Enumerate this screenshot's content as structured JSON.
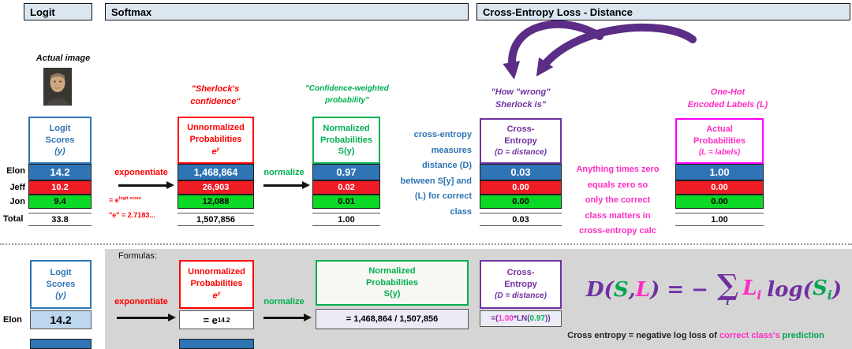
{
  "sections": {
    "logit_title": "Logit",
    "softmax_title": "Softmax",
    "cross_entropy_title": "Cross-Entropy Loss - Distance"
  },
  "palette": {
    "blue": "#2e74b5",
    "red": "#ff0000",
    "green": "#00b050",
    "purple": "#7030a0",
    "pink": "#ff2cc4",
    "magenta_border": "#ff00ff",
    "row_blue": "#2f74b5",
    "row_red": "#ee1c25",
    "row_green": "#0bd926",
    "header_fill": "#dce6f1",
    "grey_band": "#d5d5d5",
    "light_blue_row": "#bdd7ee"
  },
  "left": {
    "actual_image_label": "Actual image",
    "row_labels": [
      "Elon",
      "Jeff",
      "Jon"
    ],
    "total_label": "Total",
    "logit_scores": {
      "title_lines": [
        "Logit",
        "Scores",
        "(y)"
      ],
      "values": [
        "14.2",
        "10.2",
        "9.4"
      ],
      "total": "33.8"
    }
  },
  "softmax": {
    "sherlock_quote_lines": [
      "\"Sherlock's",
      "confidence\""
    ],
    "confidence_quote_lines": [
      "\"Confidence-weighted",
      "probability\""
    ],
    "exponentiate_label": "exponentiate",
    "normalize_label": "normalize",
    "exp_note_base": "= e",
    "exp_note_sup": "logit score",
    "e_value_note": "\"e\" = 2.7183...",
    "unnormalized": {
      "title_line1": "Unnormalized",
      "title_line2": "Probabilities",
      "math_base": "e",
      "math_sup": "y",
      "values": [
        "1,468,864",
        "26,903",
        "12,088"
      ],
      "total": "1,507,856"
    },
    "normalized": {
      "title_lines": [
        "Normalized",
        "Probabilities",
        "S(y)"
      ],
      "values": [
        "0.97",
        "0.02",
        "0.01"
      ],
      "total": "1.00"
    },
    "distance_note_lines": [
      "cross-entropy",
      "measures",
      "distance (D)",
      "between S[y] and",
      "(L) for correct",
      "class"
    ]
  },
  "cross_entropy": {
    "wrong_quote_lines": [
      "\"How \"wrong\"",
      "Sherlock is\""
    ],
    "ce_table": {
      "title_lines": [
        "Cross-",
        "Entropy",
        "(D = distance)"
      ],
      "values": [
        "0.03",
        "0.00",
        "0.00"
      ],
      "total": "0.03"
    },
    "zero_note_lines": [
      "Anything times zero",
      "equals zero so",
      "only the correct",
      "class matters in",
      "cross-entropy calc"
    ],
    "onehot_quote_lines": [
      "One-Hot",
      "Encoded Labels (L)"
    ],
    "onehot_table": {
      "title_lines": [
        "Actual",
        "Probabilities",
        "(L = labels)"
      ],
      "values": [
        "1.00",
        "0.00",
        "0.00"
      ],
      "total": "1.00"
    }
  },
  "formulas": {
    "section_label": "Formulas:",
    "elon_label": "Elon",
    "logit_box": {
      "title_lines": [
        "Logit",
        "Scores",
        "(y)"
      ],
      "value": "14.2"
    },
    "exponentiate_label": "exponentiate",
    "normalize_label": "normalize",
    "unnorm_box": {
      "title_line1": "Unnormalized",
      "title_line2": "Probabilities",
      "math_base": "e",
      "math_sup": "y",
      "formula_base": "= e",
      "formula_sup": "14.2"
    },
    "norm_box": {
      "title_lines": [
        "Normalized",
        "Probabilities",
        "S(y)"
      ],
      "formula": "= 1,468,864 / 1,507,856"
    },
    "ce_box": {
      "title_lines": [
        "Cross-",
        "Entropy",
        "(D = distance)"
      ],
      "formula_p1": "=(",
      "formula_p2": "1.00",
      "formula_p3": "*LN(",
      "formula_p4": "0.97",
      "formula_p5": "))"
    },
    "big_formula": {
      "d": "D",
      "open_paren": "(",
      "s1": "S",
      "comma": ", ",
      "l1": "L",
      "close_eq": ") = −",
      "sigma": "∑",
      "sigma_sub": "i",
      "l2": "L",
      "l2_sub": "i",
      "log_open": "log(",
      "s2": "S",
      "s2_sub": "i",
      "close": ")"
    },
    "caption_p1": "Cross entropy = negative log loss of ",
    "caption_p2": "correct class's",
    "caption_p3": " prediction"
  }
}
